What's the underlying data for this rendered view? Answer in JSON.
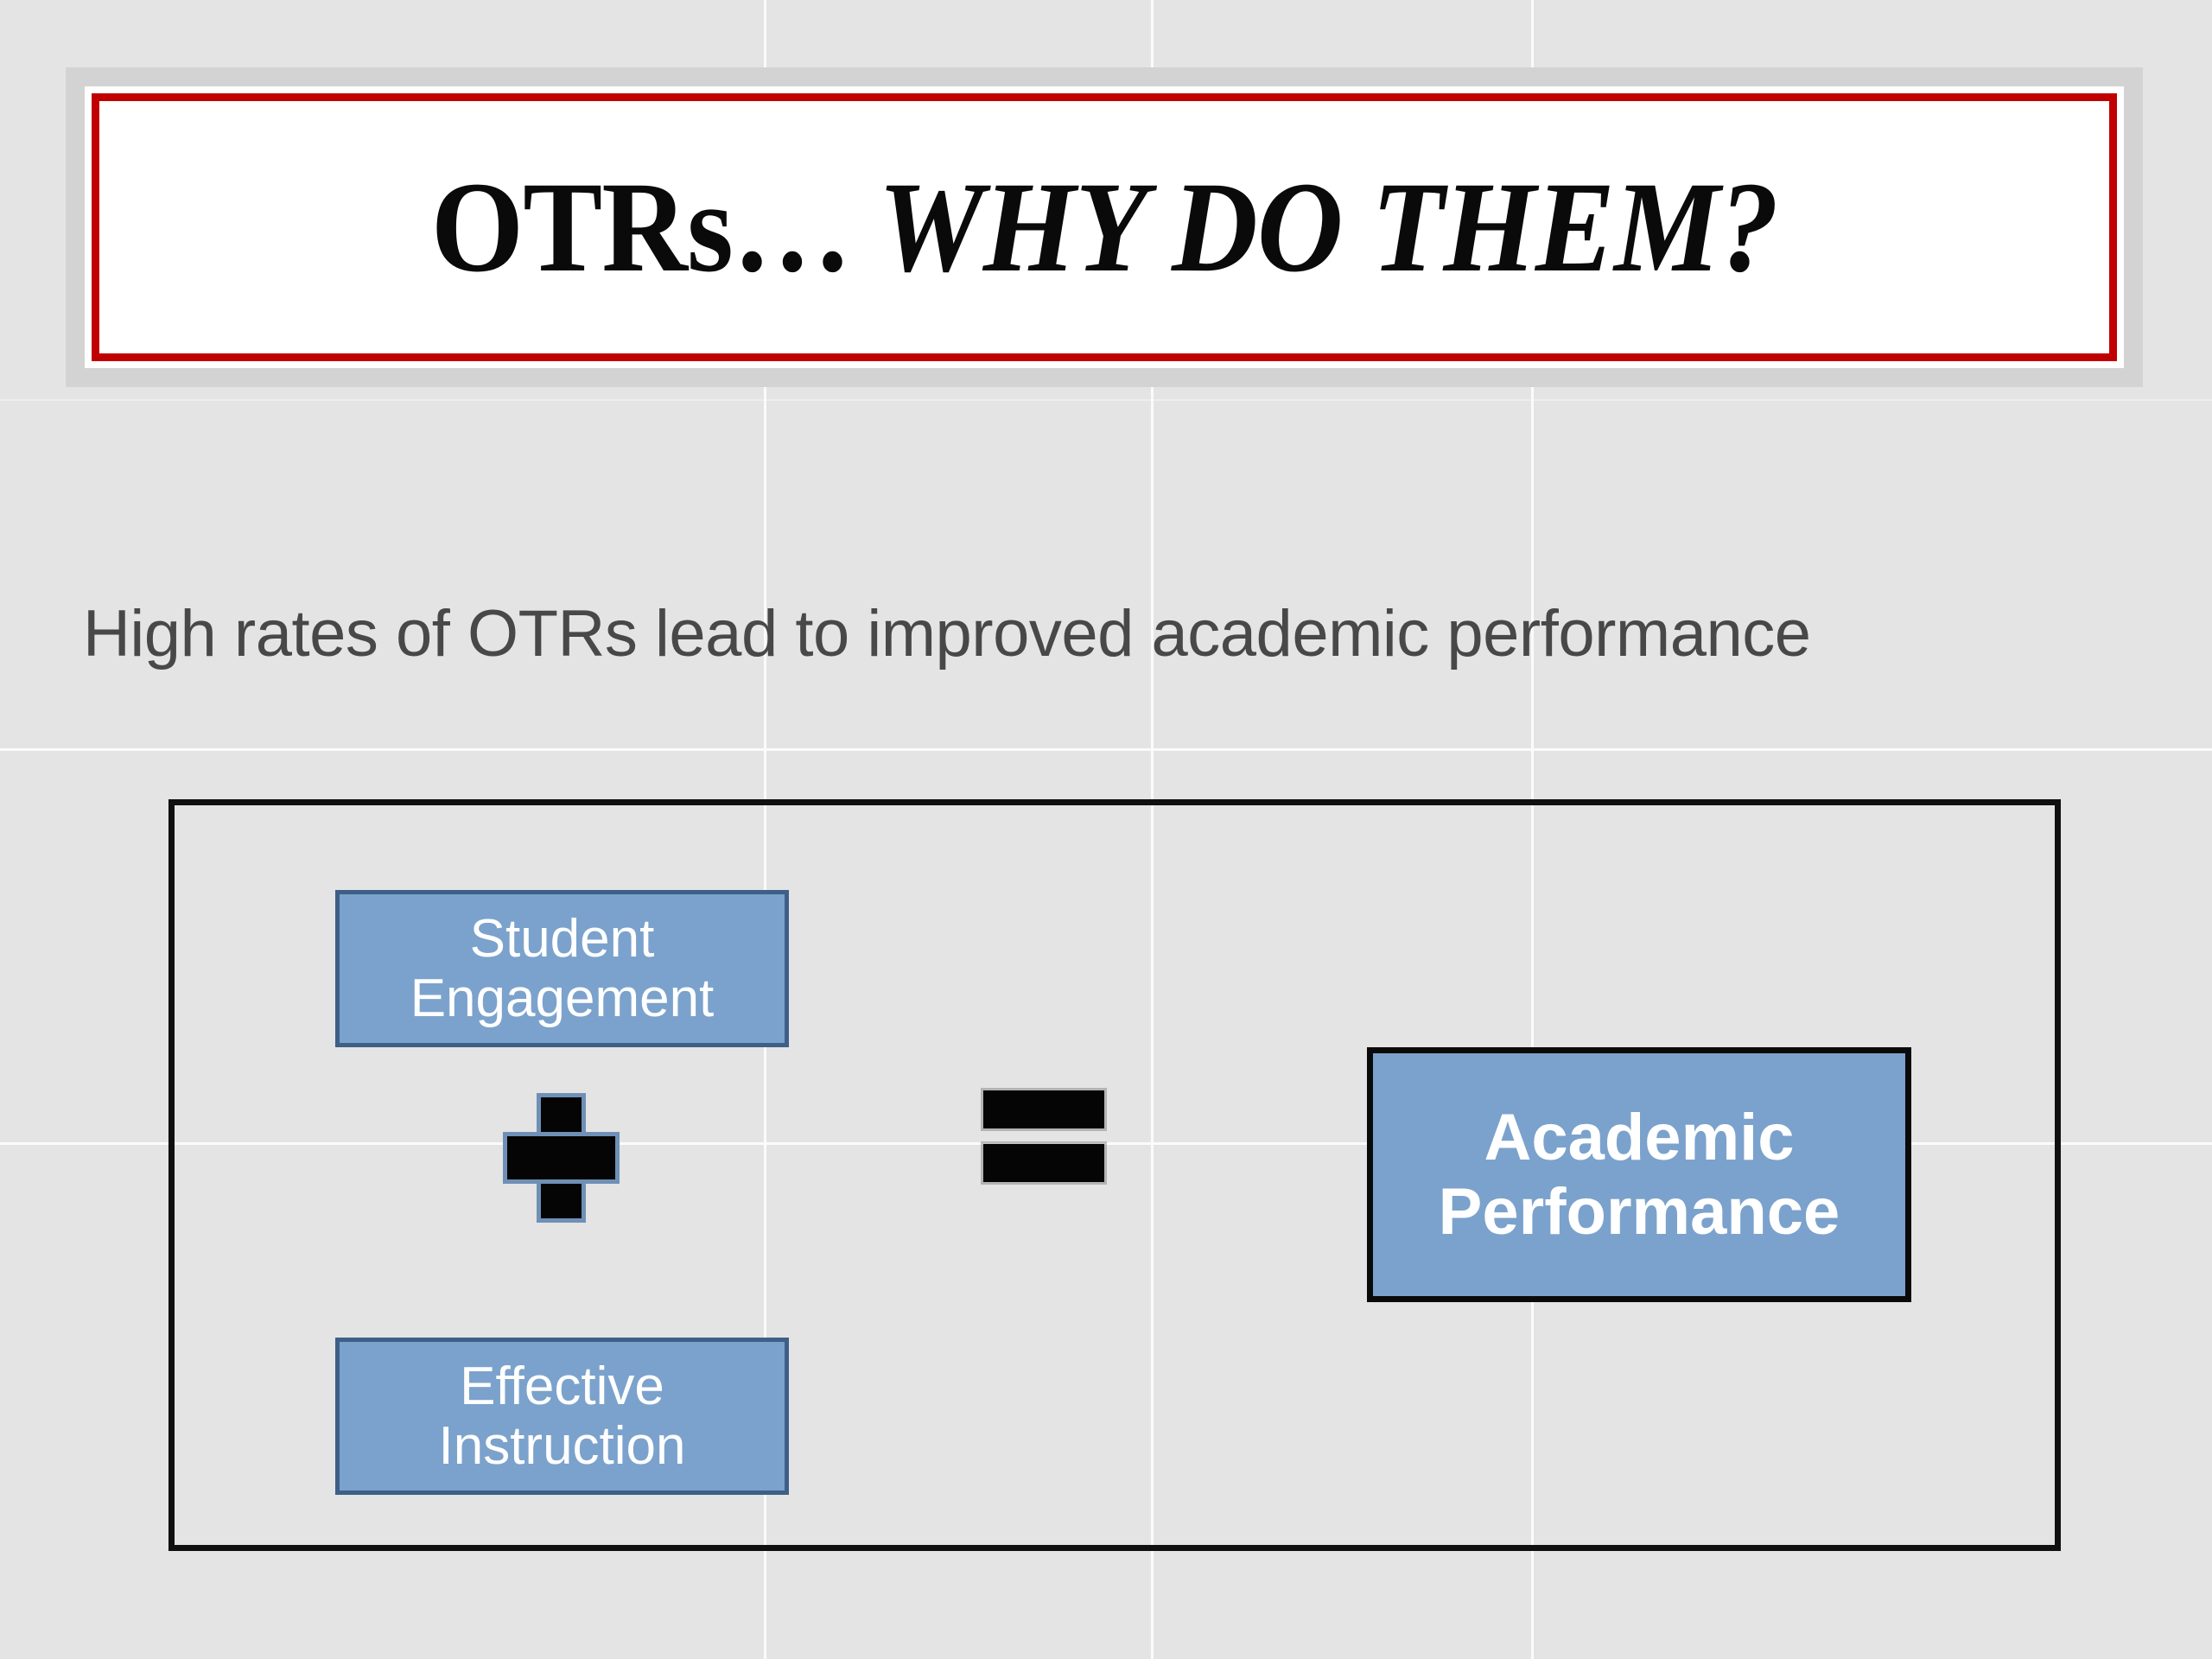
{
  "slide": {
    "background_color": "#e4e4e4",
    "gridline_color": "#fbfbfb"
  },
  "title": {
    "frame_outer_color": "#d3d3d3",
    "frame_accent_color": "#c00000",
    "frame_fill_color": "#ffffff",
    "part_plain": "OTRs…",
    "part_italic": " WHY DO THEM?",
    "full_text": "OTRs… WHY DO THEM?"
  },
  "subtitle": {
    "text": "High rates of OTRs lead to improved academic performance",
    "color": "#484848"
  },
  "diagram": {
    "border_color": "#101010",
    "box_fill_color": "#7ba2cc",
    "box_border_color": "#3e5f86",
    "box_text_color": "#ffffff",
    "boxes": [
      {
        "id": "student-engagement",
        "line1": "Student",
        "line2": "Engagement"
      },
      {
        "id": "effective-instruction",
        "line1": "Effective",
        "line2": "Instruction"
      },
      {
        "id": "academic-performance",
        "line1": "Academic",
        "line2": "Performance"
      }
    ],
    "operators": {
      "plus": "+",
      "equals": "="
    }
  }
}
